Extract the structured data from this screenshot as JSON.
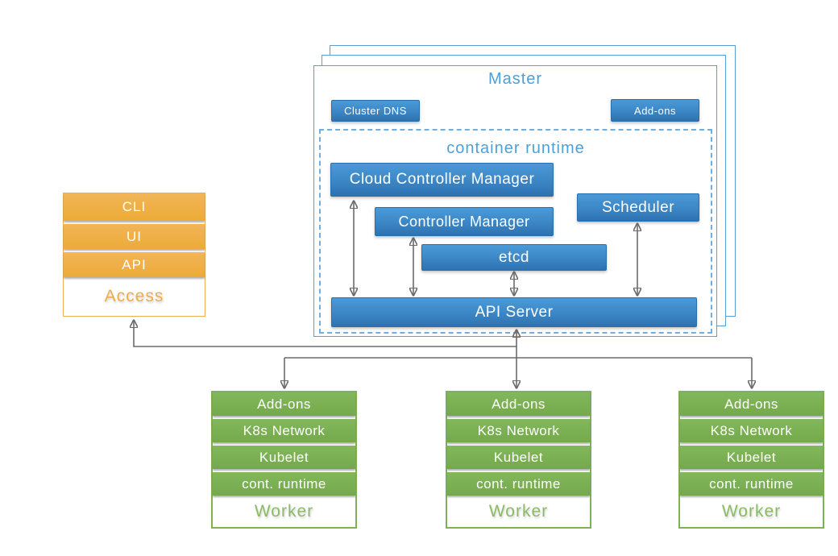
{
  "colors": {
    "light_blue_border": "#5C9FD6",
    "title_blue": "#4FA0D8",
    "blue_gradient_top": "#4B9AD7",
    "blue_gradient_bottom": "#2E72B0",
    "orange": "#EFAF45",
    "orange_text": "#F0AD49",
    "green": "#7CB355",
    "green_text": "#8ABC65",
    "connector_gray": "#6B6B6B"
  },
  "master": {
    "title": "Master",
    "cluster_dns_label": "Cluster DNS",
    "addons_label": "Add-ons",
    "runtime": {
      "title": "container runtime",
      "components": {
        "cloud_controller_manager": "Cloud Controller Manager",
        "controller_manager": "Controller Manager",
        "scheduler": "Scheduler",
        "etcd": "etcd",
        "api_server": "API Server"
      }
    }
  },
  "access": {
    "title": "Access",
    "bars": [
      "CLI",
      "UI",
      "API"
    ]
  },
  "workers": {
    "bar_labels": [
      "Add-ons",
      "K8s Network",
      "Kubelet",
      "cont. runtime"
    ],
    "items": [
      {
        "title": "Worker"
      },
      {
        "title": "Worker"
      },
      {
        "title": "Worker"
      }
    ]
  }
}
